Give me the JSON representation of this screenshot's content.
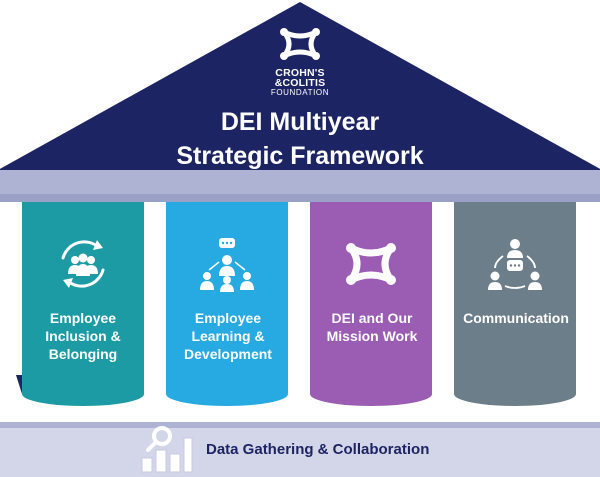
{
  "colors": {
    "navy": "#1d2463",
    "beam": "#aeb3d3",
    "teal": "#1c9ba5",
    "blue": "#27a9e1",
    "purple": "#9b5cb4",
    "gray": "#6c7e89",
    "white": "#ffffff"
  },
  "logo": {
    "line1": "CROHN'S",
    "line2": "&COLITIS",
    "line3": "FOUNDATION",
    "icon": "foundation-logo-icon"
  },
  "roof": {
    "title_line1": "DEI Multiyear",
    "title_line2": "Strategic Framework"
  },
  "pillars": [
    {
      "lines": [
        "Employee",
        "Inclusion &",
        "Belonging"
      ],
      "icon": "people-cycle-icon",
      "color": "#1c9ba5"
    },
    {
      "lines": [
        "Employee",
        "Learning &",
        "Development"
      ],
      "icon": "people-network-icon",
      "color": "#27a9e1"
    },
    {
      "lines": [
        "DEI and Our",
        "Mission Work"
      ],
      "icon": "foundation-star-icon",
      "color": "#9b5cb4"
    },
    {
      "lines": [
        "Communication"
      ],
      "icon": "communication-icon",
      "color": "#6c7e89"
    }
  ],
  "base": {
    "label": "Data Gathering & Collaboration",
    "icon": "data-search-icon"
  }
}
